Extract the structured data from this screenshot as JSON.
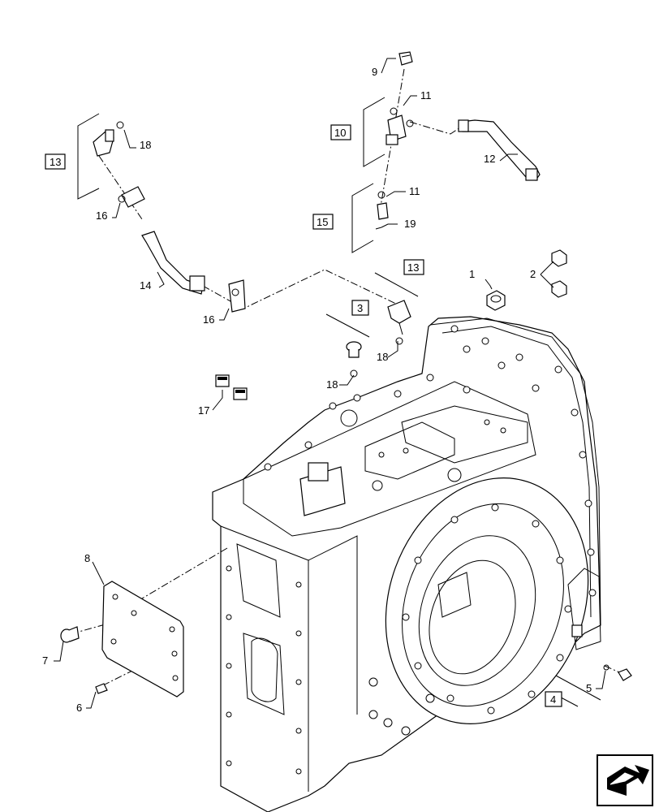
{
  "callouts": {
    "c1": "1",
    "c2": "2",
    "c3": "3",
    "c4": "4",
    "c5": "5",
    "c6": "6",
    "c7": "7",
    "c8": "8",
    "c9": "9",
    "c10": "10",
    "c11a": "11",
    "c11b": "11",
    "c12": "12",
    "c13a": "13",
    "c13b": "13",
    "c14": "14",
    "c15": "15",
    "c16a": "16",
    "c16b": "16",
    "c17": "17",
    "c18a": "18",
    "c18b": "18",
    "c18c": "18",
    "c19": "19"
  },
  "nav": {
    "icon": "next-page-arrow-icon"
  }
}
